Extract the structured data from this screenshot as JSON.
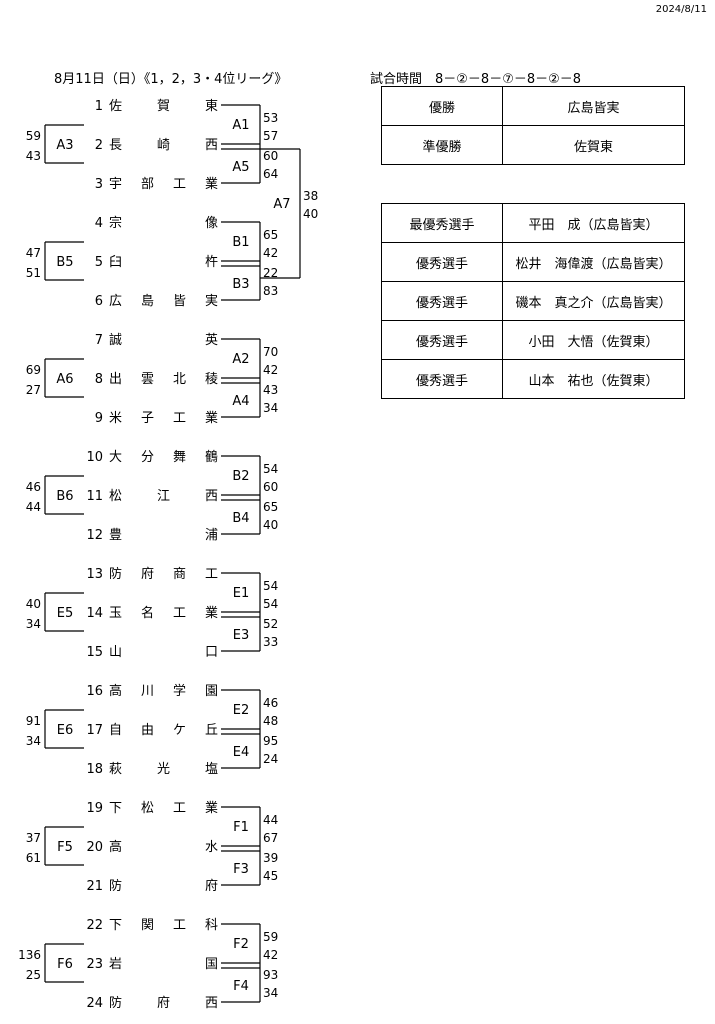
{
  "header": {
    "date": "2024/8/11",
    "title": "8月11日（日）《1，2，3・4位リーグ》",
    "schedule": "試合時間　8－②－8－⑦－8－②－8"
  },
  "teams": [
    {
      "num": "1",
      "name": "佐　　賀　　東"
    },
    {
      "num": "2",
      "name": "長　　崎　　西"
    },
    {
      "num": "3",
      "name": "宇　部　工　業"
    },
    {
      "num": "4",
      "name": "宗　　　　　像"
    },
    {
      "num": "5",
      "name": "臼　　　　　杵"
    },
    {
      "num": "6",
      "name": "広　島　皆　実"
    },
    {
      "num": "7",
      "name": "誠　　　　　英"
    },
    {
      "num": "8",
      "name": "出　雲　北　稜"
    },
    {
      "num": "9",
      "name": "米　子　工　業"
    },
    {
      "num": "10",
      "name": "大　分　舞　鶴"
    },
    {
      "num": "11",
      "name": "松　　江　　西"
    },
    {
      "num": "12",
      "name": "豊　　　　　浦"
    },
    {
      "num": "13",
      "name": "防　府　商　工"
    },
    {
      "num": "14",
      "name": "玉　名　工　業"
    },
    {
      "num": "15",
      "name": "山　　　　　口"
    },
    {
      "num": "16",
      "name": "高　川　学　園"
    },
    {
      "num": "17",
      "name": "自　由　ケ　丘"
    },
    {
      "num": "18",
      "name": "萩　　光　　塩"
    },
    {
      "num": "19",
      "name": "下　松　工　業"
    },
    {
      "num": "20",
      "name": "高　　　　　水"
    },
    {
      "num": "21",
      "name": "防　　　　　府"
    },
    {
      "num": "22",
      "name": "下　関　工　科"
    },
    {
      "num": "23",
      "name": "岩　　　　　国"
    },
    {
      "num": "24",
      "name": "防　　府　　西"
    }
  ],
  "groups": [
    {
      "left": {
        "label": "A3",
        "s1": "59",
        "s2": "43"
      },
      "top": {
        "label": "A1",
        "s1": "53",
        "s2": "57"
      },
      "bottom": {
        "label": "A5",
        "s1": "60",
        "s2": "64"
      }
    },
    {
      "left": {
        "label": "B5",
        "s1": "47",
        "s2": "51"
      },
      "top": {
        "label": "B1",
        "s1": "65",
        "s2": "42"
      },
      "bottom": {
        "label": "B3",
        "s1": "22",
        "s2": "83"
      }
    },
    {
      "left": {
        "label": "A6",
        "s1": "69",
        "s2": "27"
      },
      "top": {
        "label": "A2",
        "s1": "70",
        "s2": "42"
      },
      "bottom": {
        "label": "A4",
        "s1": "43",
        "s2": "34"
      }
    },
    {
      "left": {
        "label": "B6",
        "s1": "46",
        "s2": "44"
      },
      "top": {
        "label": "B2",
        "s1": "54",
        "s2": "60"
      },
      "bottom": {
        "label": "B4",
        "s1": "65",
        "s2": "40"
      }
    },
    {
      "left": {
        "label": "E5",
        "s1": "40",
        "s2": "34"
      },
      "top": {
        "label": "E1",
        "s1": "54",
        "s2": "54"
      },
      "bottom": {
        "label": "E3",
        "s1": "52",
        "s2": "33"
      }
    },
    {
      "left": {
        "label": "E6",
        "s1": "91",
        "s2": "34"
      },
      "top": {
        "label": "E2",
        "s1": "46",
        "s2": "48"
      },
      "bottom": {
        "label": "E4",
        "s1": "95",
        "s2": "24"
      }
    },
    {
      "left": {
        "label": "F5",
        "s1": "37",
        "s2": "61"
      },
      "top": {
        "label": "F1",
        "s1": "44",
        "s2": "67"
      },
      "bottom": {
        "label": "F3",
        "s1": "39",
        "s2": "45"
      }
    },
    {
      "left": {
        "label": "F6",
        "s1": "136",
        "s2": "25"
      },
      "top": {
        "label": "F2",
        "s1": "59",
        "s2": "42"
      },
      "bottom": {
        "label": "F4",
        "s1": "93",
        "s2": "34"
      }
    }
  ],
  "final": {
    "label": "A7",
    "s1": "38",
    "s2": "40"
  },
  "winners": [
    {
      "title": "優勝",
      "team": "広島皆実"
    },
    {
      "title": "準優勝",
      "team": "佐賀東"
    }
  ],
  "awards": [
    {
      "title": "最優秀選手",
      "player": "平田　成（広島皆実）"
    },
    {
      "title": "優秀選手",
      "player": "松井　海偉渡（広島皆実）"
    },
    {
      "title": "優秀選手",
      "player": "磯本　真之介（広島皆実）"
    },
    {
      "title": "優秀選手",
      "player": "小田　大悟（佐賀東）"
    },
    {
      "title": "優秀選手",
      "player": "山本　祐也（佐賀東）"
    }
  ]
}
